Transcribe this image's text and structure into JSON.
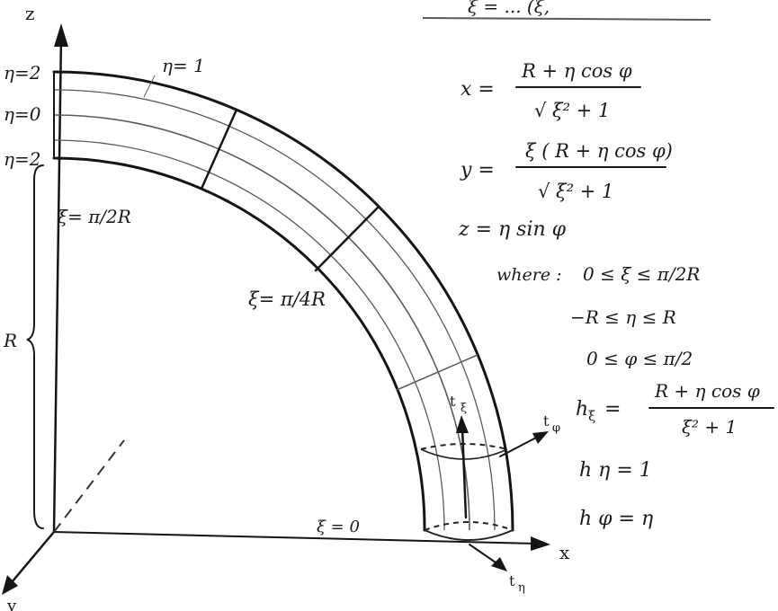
{
  "header_fragment": "ξ = ... (ξ,",
  "axes": {
    "z": "z",
    "x": "x",
    "y": "y"
  },
  "left_labels": {
    "eta_top": "η=2",
    "eta_mid": "η=0",
    "eta_bottom": "η=2",
    "eta_one": "η= 1",
    "xi_top": "ξ= π/2R",
    "radius": "R"
  },
  "arc_labels": {
    "xi_quarter": "ξ= π/4R",
    "xi_zero": "ξ = 0"
  },
  "vectors": {
    "t_xi": "t",
    "t_xi_sub": "ξ",
    "t_phi": "t",
    "t_phi_sub": "φ",
    "t_eta": "t",
    "t_eta_sub": "η"
  },
  "equations": {
    "x_lhs": "x =",
    "x_num": "R + η cos φ",
    "x_den": "√ ξ² + 1",
    "y_lhs": "y =",
    "y_num": "ξ ( R + η cos φ)",
    "y_den": "√ ξ² + 1",
    "z_eq": "z = η sin φ",
    "where": "where :",
    "cond_xi": "0 ≤ ξ ≤ π/2R",
    "cond_eta": "−R ≤ η ≤ R",
    "cond_phi": "0 ≤ φ ≤ π/2",
    "h_xi_lhs": "h",
    "h_xi_sub": "ξ",
    "h_xi_eq": "=",
    "h_xi_num": "R + η cos φ",
    "h_xi_den": "ξ² + 1",
    "h_eta": "h η = 1",
    "h_phi": "h φ = η"
  }
}
